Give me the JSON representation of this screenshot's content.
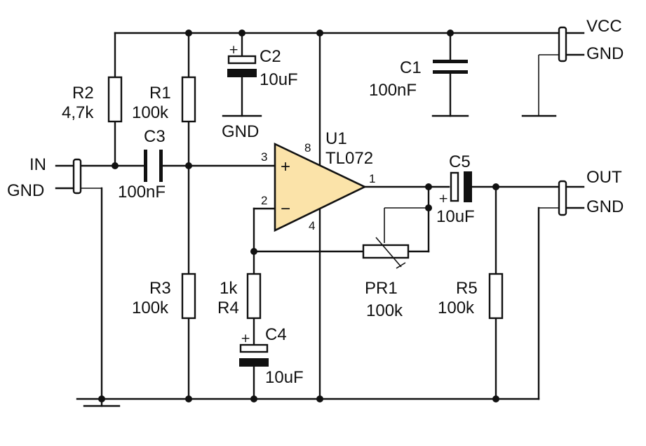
{
  "connectors": {
    "power": {
      "pin1": "VCC",
      "pin2": "GND"
    },
    "input": {
      "pin1": "IN",
      "pin2": "GND"
    },
    "output": {
      "pin1": "OUT",
      "pin2": "GND"
    }
  },
  "ground_label": "GND",
  "components": {
    "r1": {
      "ref": "R1",
      "value": "100k"
    },
    "r2": {
      "ref": "R2",
      "value": "4,7k"
    },
    "r3": {
      "ref": "R3",
      "value": "100k"
    },
    "r4": {
      "ref": "R4",
      "value": "1k"
    },
    "r5": {
      "ref": "R5",
      "value": "100k"
    },
    "pr1": {
      "ref": "PR1",
      "value": "100k"
    },
    "c1": {
      "ref": "C1",
      "value": "100nF"
    },
    "c2": {
      "ref": "C2",
      "value": "10uF"
    },
    "c3": {
      "ref": "C3",
      "value": "100nF"
    },
    "c4": {
      "ref": "C4",
      "value": "10uF"
    },
    "c5": {
      "ref": "C5",
      "value": "10uF"
    },
    "u1": {
      "ref": "U1",
      "part": "TL072",
      "pin_noninv": "3",
      "pin_inv": "2",
      "pin_out": "1",
      "pin_vcc": "8",
      "pin_gnd": "4",
      "sign_noninv": "+",
      "sign_inv": "−"
    }
  },
  "polarity_mark": "+"
}
